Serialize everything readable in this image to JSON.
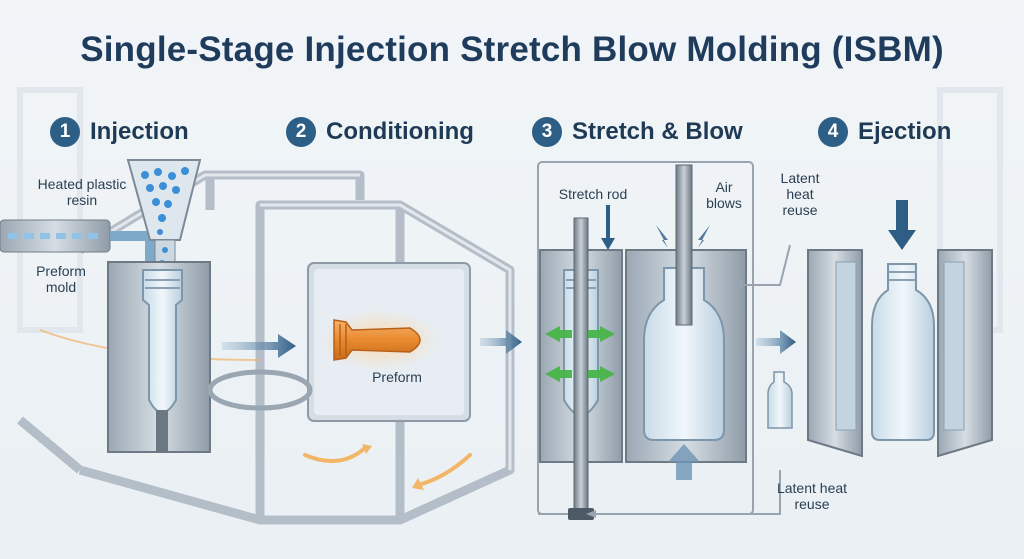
{
  "title": "Single-Stage Injection Stretch Blow Molding (ISBM)",
  "steps": [
    {
      "number": "1",
      "label": "Injection"
    },
    {
      "number": "2",
      "label": "Conditioning"
    },
    {
      "number": "3",
      "label": "Stretch & Blow"
    },
    {
      "number": "4",
      "label": "Ejection"
    }
  ],
  "labels": {
    "heated_resin": "Heated plastic resin",
    "preform_mold": "Preform mold",
    "preform": "Preform",
    "stretch_rod": "Stretch rod",
    "air_blows": "Air blows",
    "latent_heat_top": "Latent heat reuse",
    "latent_heat_bottom": "Latent heat reuse"
  }
}
